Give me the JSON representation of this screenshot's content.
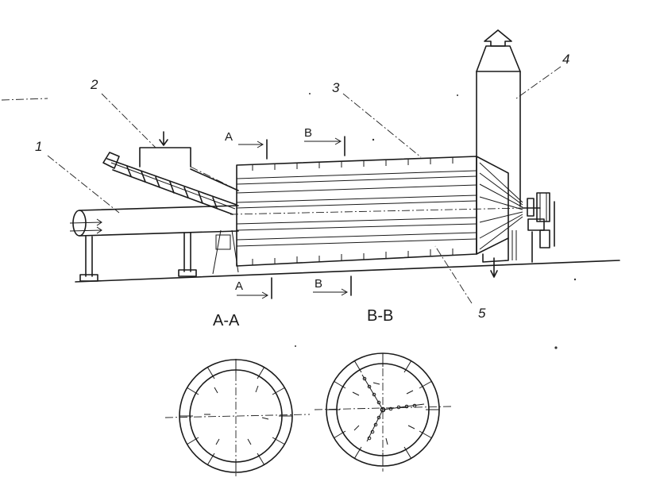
{
  "part_labels": [
    "1",
    "2",
    "3",
    "4",
    "5"
  ],
  "section_marks": {
    "a": "A",
    "b": "B"
  },
  "view_titles": {
    "aa": "A-A",
    "bb": "B-B"
  }
}
